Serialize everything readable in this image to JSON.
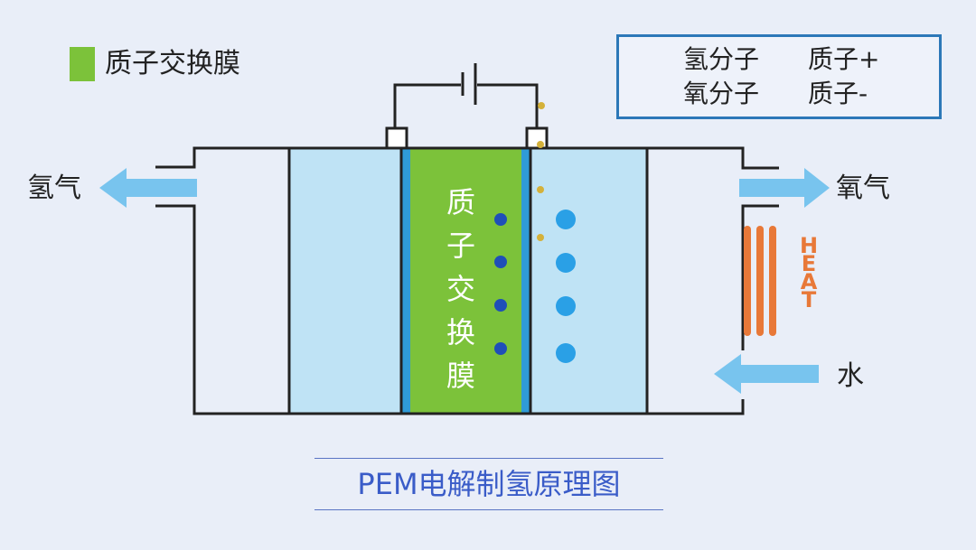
{
  "membrane_label_top": "质子交换膜",
  "membrane_label_vertical": "质子交换膜",
  "legend": {
    "hydrogen_molecule": "氢分子",
    "proton_plus": "质子+",
    "oxygen_molecule": "氧分子",
    "proton_minus": "质子-"
  },
  "outputs": {
    "hydrogen": "氢气",
    "oxygen": "氧气"
  },
  "input_water": "水",
  "heat_label": "HEAT",
  "title": "PEM电解制氢原理图",
  "colors": {
    "background": "#e9eef8",
    "membrane": "#7cc23a",
    "chamber": "#bfe3f5",
    "electrode": "#2f9bd8",
    "arrow": "#78c4ee",
    "proton_plus": "#1f4fb8",
    "oxygen_molecule": "#2aa0e6",
    "proton_minus": "#d4b13a",
    "heat": "#e87838",
    "title": "#3a5cc8",
    "legend_border": "#2c78b8"
  }
}
